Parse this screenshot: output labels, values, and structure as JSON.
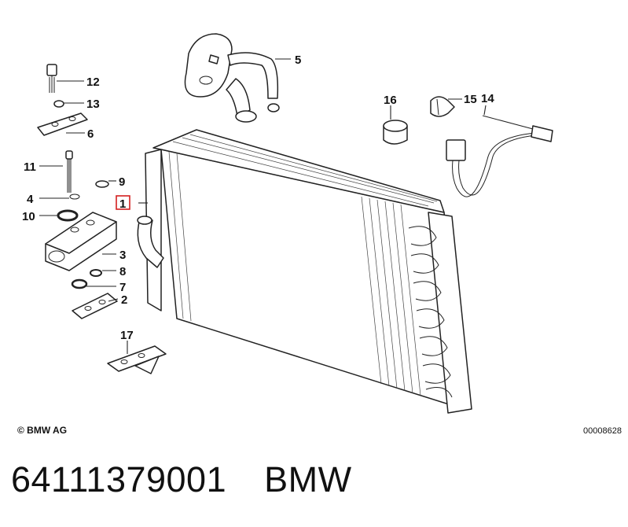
{
  "diagram": {
    "callouts": {
      "c1": "1",
      "c2": "2",
      "c3": "3",
      "c4": "4",
      "c5": "5",
      "c6": "6",
      "c7": "7",
      "c8": "8",
      "c9": "9",
      "c10": "10",
      "c11": "11",
      "c12": "12",
      "c13": "13",
      "c14": "14",
      "c15": "15",
      "c16": "16",
      "c17": "17"
    },
    "highlighted_callout": "1",
    "highlight_color": "#d42020",
    "copyright": "© BMW AG",
    "diagram_id": "00008628"
  },
  "footer": {
    "part_number": "64111379001",
    "brand": "BMW"
  }
}
